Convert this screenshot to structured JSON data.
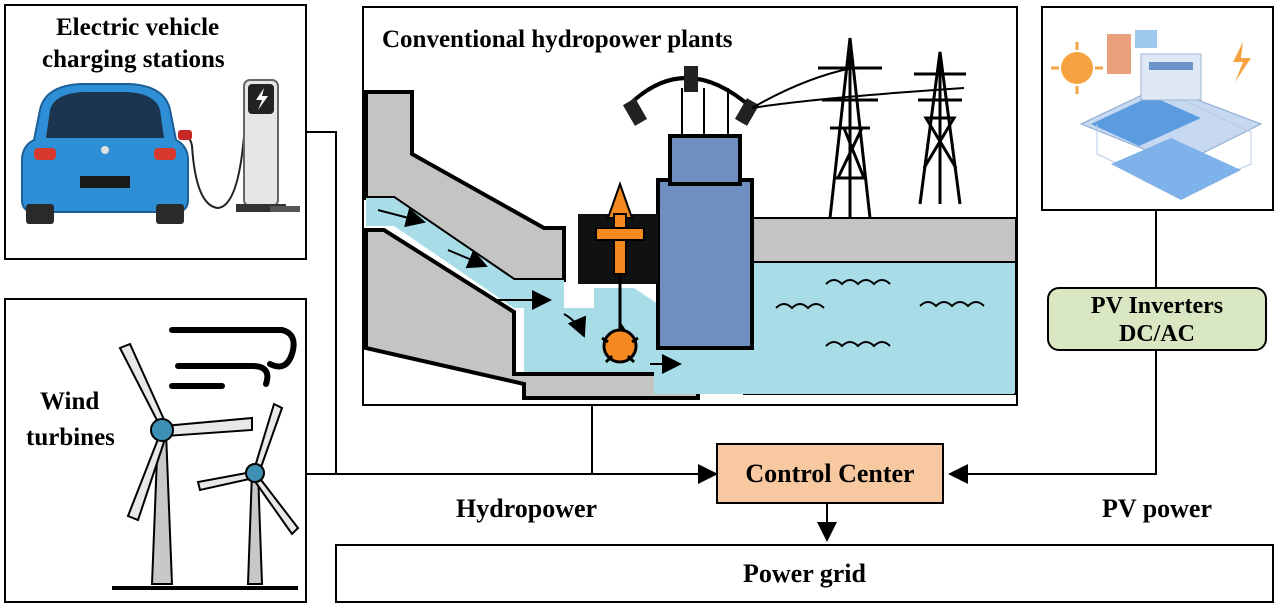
{
  "ev": {
    "title_line1": "Electric vehicle",
    "title_line2": "charging stations"
  },
  "wind": {
    "title_line1": "Wind",
    "title_line2": "turbines"
  },
  "hydro": {
    "title": "Conventional hydropower plants"
  },
  "pv_inverter": {
    "line1": "PV Inverters",
    "line2": "DC/AC"
  },
  "control_center": {
    "label": "Control Center"
  },
  "power_grid": {
    "label": "Power grid"
  },
  "flows": {
    "hydropower": "Hydropower",
    "pv_power": "PV power"
  },
  "colors": {
    "control_center_fill": "#f8c8a0",
    "pv_inverter_fill": "#d9e7c3",
    "water": "#a8dde8",
    "concrete": "#c4c4c4",
    "generator": "#6e8fbf",
    "turbine": "#f48a1f",
    "car": "#2e8fd6",
    "wind_hub": "#3d8fb4"
  },
  "icons": [
    "ev-car-icon",
    "charging-station-icon",
    "wind-turbine-icon",
    "transmission-tower-icon",
    "solar-plant-icon",
    "water-turbine-icon",
    "lightning-icon"
  ]
}
